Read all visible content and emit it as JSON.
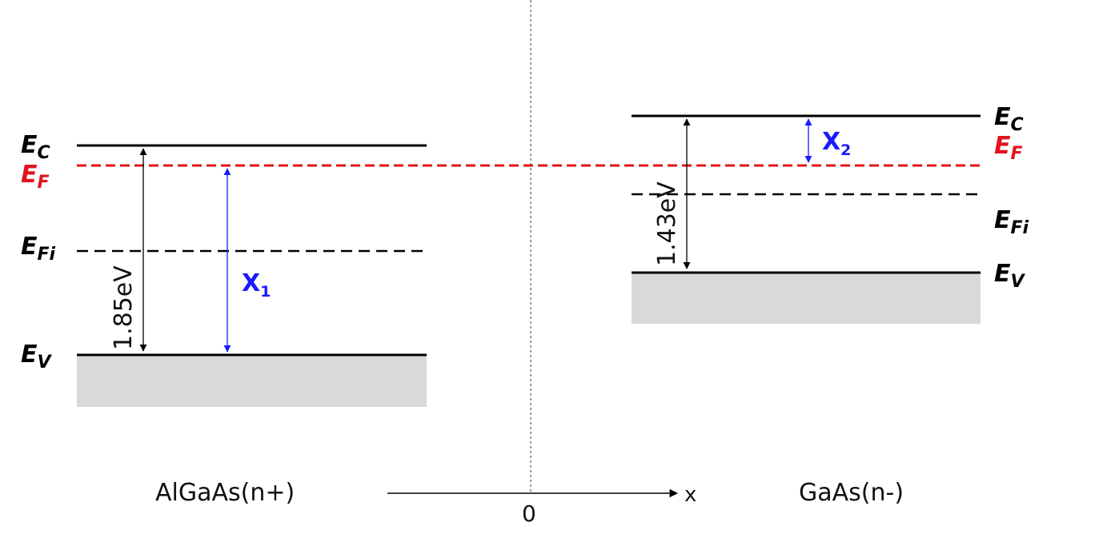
{
  "left": {
    "material": "AlGaAs(n+)",
    "gap": "1.85eV",
    "labels": {
      "ec_main": "E",
      "ec_sub": "C",
      "ef_main": "E",
      "ef_sub": "F",
      "efi_main": "E",
      "efi_sub": "Fi",
      "ev_main": "E",
      "ev_sub": "V"
    },
    "x_main": "X",
    "x_sub": "1"
  },
  "right": {
    "material": "GaAs(n-)",
    "gap": "1.43eV",
    "labels": {
      "ec_main": "E",
      "ec_sub": "C",
      "ef_main": "E",
      "ef_sub": "F",
      "efi_main": "E",
      "efi_sub": "Fi",
      "ev_main": "E",
      "ev_sub": "V"
    },
    "x_main": "X",
    "x_sub": "2"
  },
  "axis": {
    "origin": "0",
    "x": "x"
  },
  "colors": {
    "fermi": "#e0141e",
    "offset_arrow": "#1a1aff",
    "band_fill": "#d9d9d9",
    "line": "#000000"
  }
}
